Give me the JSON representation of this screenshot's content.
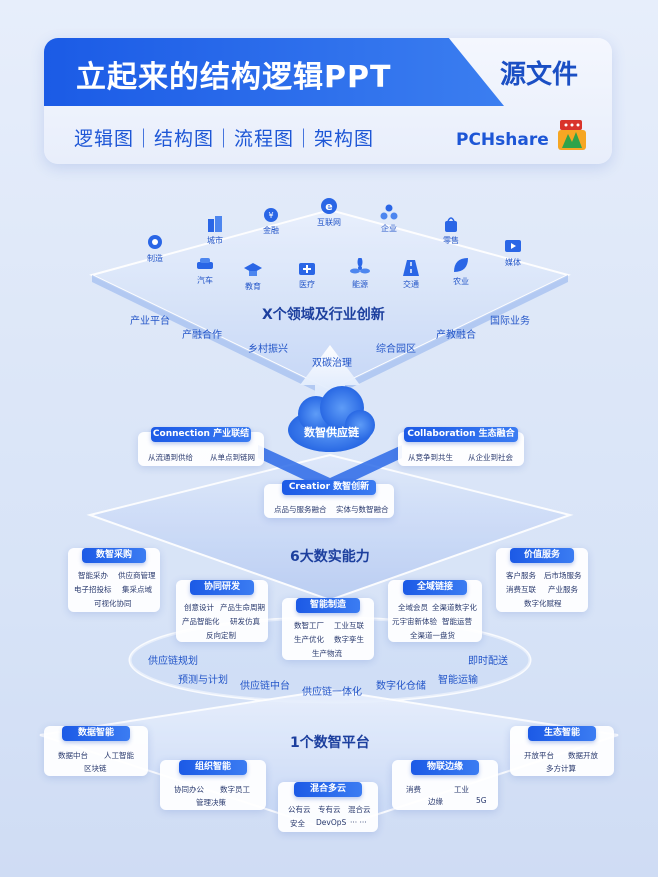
{
  "header": {
    "title": "立起来的结构逻辑PPT",
    "source_label": "源文件",
    "subtitle": "逻辑图｜结构图｜流程图｜架构图",
    "brand": "PCHshare"
  },
  "domains": {
    "icons": [
      {
        "label": "制造",
        "icon": "gear-icon"
      },
      {
        "label": "城市",
        "icon": "building-icon"
      },
      {
        "label": "金融",
        "icon": "money-bag-icon"
      },
      {
        "label": "互联网",
        "icon": "browser-e-icon"
      },
      {
        "label": "企业",
        "icon": "group-icon"
      },
      {
        "label": "零售",
        "icon": "shopping-bag-icon"
      },
      {
        "label": "媒体",
        "icon": "play-icon"
      },
      {
        "label": "汽车",
        "icon": "car-icon"
      },
      {
        "label": "教育",
        "icon": "graduation-cap-icon"
      },
      {
        "label": "医疗",
        "icon": "medical-kit-icon"
      },
      {
        "label": "能源",
        "icon": "fan-icon"
      },
      {
        "label": "交通",
        "icon": "road-icon"
      },
      {
        "label": "农业",
        "icon": "leaf-icon"
      }
    ],
    "title": "X个领域及行业创新",
    "topics": [
      "产业平台",
      "国际业务",
      "产融合作",
      "产教融合",
      "乡村振兴",
      "综合园区",
      "双碳治理"
    ]
  },
  "center": {
    "cloud_label": "数智供应链",
    "connection": {
      "label": "Connection 产业联结",
      "items": [
        "从流通到供给",
        "从单点到链网"
      ]
    },
    "collaboration": {
      "label": "Collaboration 生态融合",
      "items": [
        "从竞争到共生",
        "从企业到社会"
      ]
    },
    "creation": {
      "label": "Creatior 数智创新",
      "items": [
        "点品与服务融合",
        "实体与数智融合"
      ]
    }
  },
  "capabilities": {
    "title": "6大数实能力",
    "boxes": [
      {
        "label": "数智采购",
        "items": [
          "智能采办",
          "供应商管理",
          "电子招投标",
          "集采点域",
          "可视化协同"
        ]
      },
      {
        "label": "协同研发",
        "items": [
          "创意设计",
          "产品生命周期",
          "产品智能化",
          "研发仿真",
          "反向定制"
        ]
      },
      {
        "label": "智能制造",
        "items": [
          "数智工厂",
          "工业互联",
          "生产优化",
          "数字孪生",
          "生产物流"
        ]
      },
      {
        "label": "全域链接",
        "items": [
          "全域会员",
          "全渠道数字化",
          "元宇宙新体验",
          "智能运营",
          "全渠道一盘货"
        ]
      },
      {
        "label": "价值服务",
        "items": [
          "客户服务",
          "后市场服务",
          "消费互联",
          "产业服务",
          "数字化赋程"
        ]
      }
    ],
    "ring_labels": [
      "供应链规划",
      "即时配送",
      "预测与计划",
      "智能运输",
      "供应链中台",
      "数字化仓储",
      "供应链一体化"
    ]
  },
  "platform": {
    "title": "1个数智平台",
    "boxes": [
      {
        "label": "数据智能",
        "items": [
          "数据中台",
          "人工智能",
          "区块链"
        ]
      },
      {
        "label": "组织智能",
        "items": [
          "协同办公",
          "数字员工",
          "管理决策"
        ]
      },
      {
        "label": "混合多云",
        "items": [
          "公有云",
          "专有云",
          "混合云",
          "安全",
          "DevOpS",
          "··· ···"
        ]
      },
      {
        "label": "物联边缘",
        "items": [
          "消费",
          "工业",
          "边缘",
          "5G"
        ]
      },
      {
        "label": "生态智能",
        "items": [
          "开放平台",
          "数据开放",
          "多方计算"
        ]
      }
    ]
  },
  "colors": {
    "primary": "#1b5be6",
    "accent": "#3b7ef0",
    "background": "#dde7f8"
  }
}
